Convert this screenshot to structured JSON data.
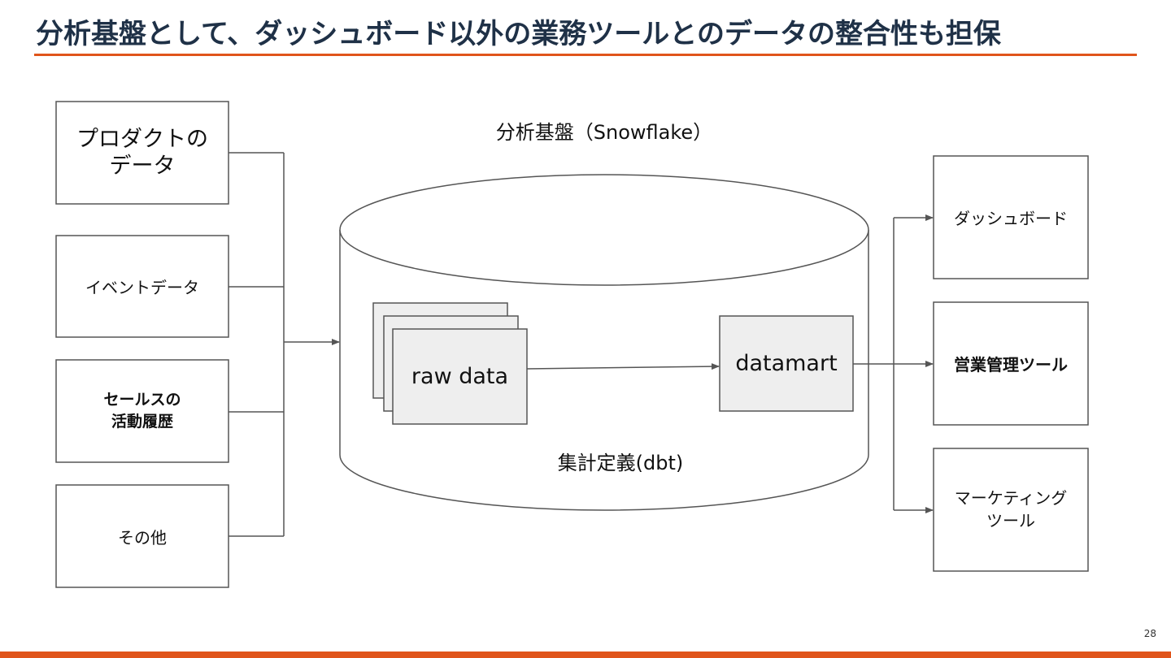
{
  "title": "分析基盤として、ダッシュボード以外の業務ツールとのデータの整合性も担保",
  "page_number": "28",
  "sources": [
    {
      "label": "プロダクトの\nデータ"
    },
    {
      "label": "イベントデータ"
    },
    {
      "label": "セールスの\n活動履歴"
    },
    {
      "label": "その他"
    }
  ],
  "platform": {
    "label": "分析基盤（Snowflake）",
    "raw_label": "raw data",
    "mart_label": "datamart",
    "transform_label": "集計定義(dbt)"
  },
  "destinations": [
    {
      "label": "ダッシュボード"
    },
    {
      "label": "営業管理ツール"
    },
    {
      "label": "マーケティング\nツール"
    }
  ],
  "colors": {
    "accent": "#e0541b",
    "title": "#1f3147",
    "box_fill": "#eeeeee",
    "line": "#555555"
  }
}
